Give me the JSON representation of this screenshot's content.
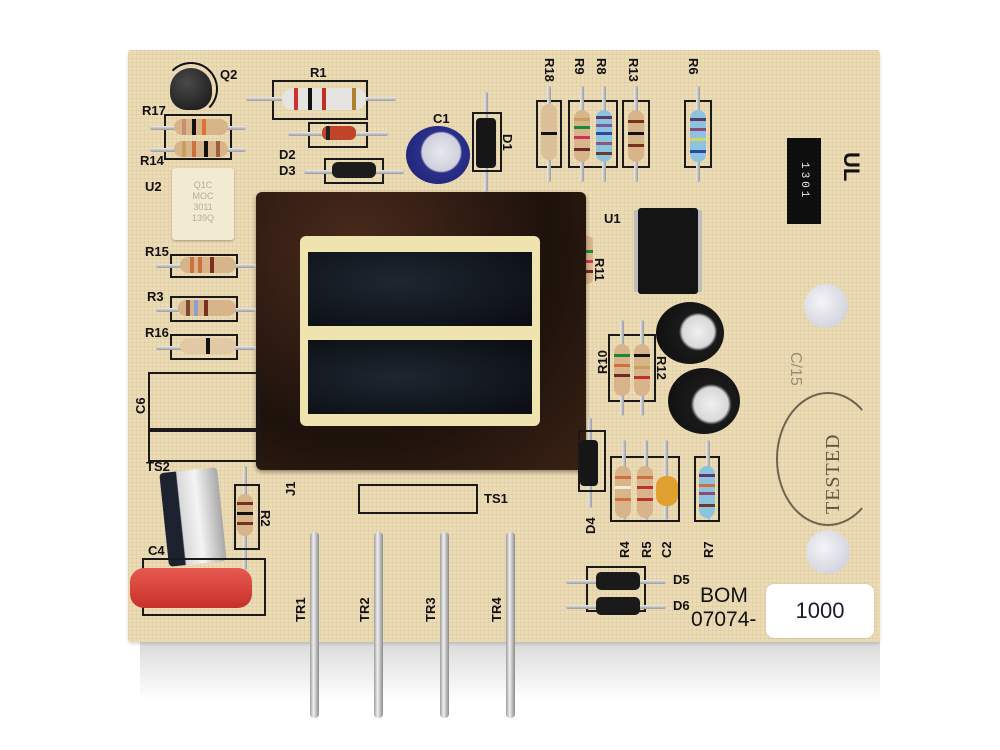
{
  "photo": {
    "subject": "Circuit board (PCB) with step-down transformer",
    "background_color": "#ffffff",
    "board_color": "#ecdcb6",
    "silkscreen_color": "#111111"
  },
  "silkscreen": {
    "Q2": "Q2",
    "R1": "R1",
    "R17": "R17",
    "R14": "R14",
    "D2": "D2",
    "D3": "D3",
    "U2": "U2",
    "C1": "C1",
    "D1": "D1",
    "R18": "R18",
    "R9": "R9",
    "R8": "R8",
    "R13": "R13",
    "R6": "R6",
    "U1": "U1",
    "R11": "R11",
    "R15": "R15",
    "R3": "R3",
    "R16": "R16",
    "C6": "C6",
    "R10": "R10",
    "R12": "R12",
    "TS2": "TS2",
    "R2": "R2",
    "J1": "J1",
    "TS1": "TS1",
    "C4": "C4",
    "TR1": "TR1",
    "TR2": "TR2",
    "TR3": "TR3",
    "TR4": "TR4",
    "D4": "D4",
    "R4": "R4",
    "R5": "R5",
    "C2": "C2",
    "R7": "R7",
    "D5": "D5",
    "D6": "D6",
    "BOM": "BOM",
    "part_prefix": "07074-"
  },
  "labels": {
    "bom_sticker": "1000",
    "optocoupler_lines": [
      "Q1C",
      "MOC",
      "3011",
      "139Q"
    ],
    "stamp": "TESTED",
    "stamp_mark": "C/15",
    "date_code": "1301",
    "ul_mark": "UL"
  },
  "colors": {
    "transformer_core": "#2a1a14",
    "transformer_rust": "#6a3a1c",
    "winding_tape": "#efe4b0",
    "winding": "#0e1218",
    "c1_sleeve": "#2a2f8a",
    "c4_body": "#d8403a",
    "c2_body": "#e0a030",
    "ic_body": "#141414",
    "blue_resistor": "#8cc4e0"
  }
}
